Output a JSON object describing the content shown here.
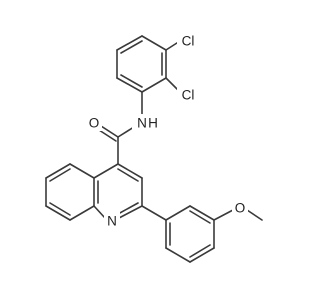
{
  "colors": {
    "bond": "#3a3a3a",
    "label": "#222222",
    "background": "#ffffff"
  },
  "atom_labels": {
    "cl_top": "Cl",
    "cl_mid": "Cl",
    "amide_n": "N",
    "amide_h": "H",
    "carbonyl_o": "O",
    "ring_n": "N",
    "ether_o": "O"
  }
}
